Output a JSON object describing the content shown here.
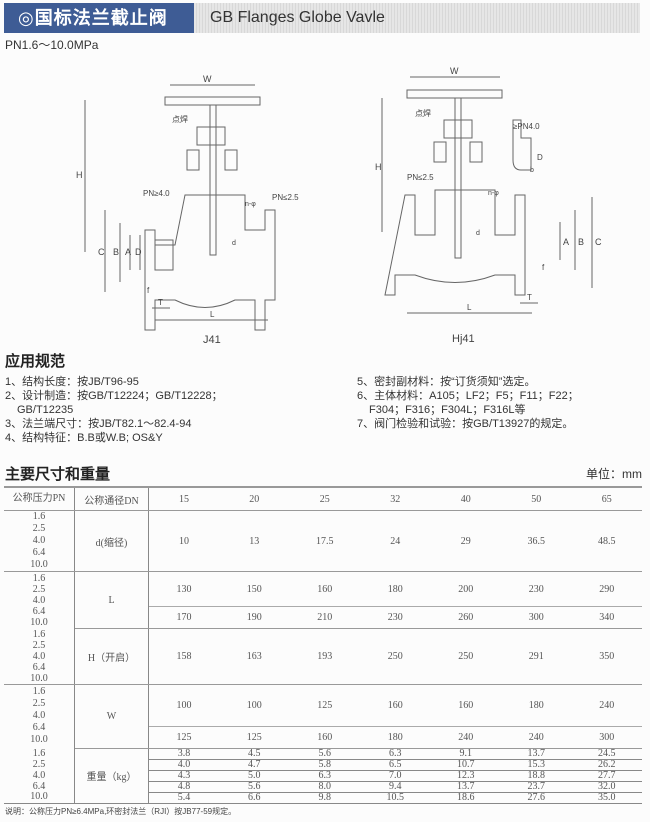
{
  "header": {
    "title_cn": "◎国标法兰截止阀",
    "title_en": "GB Flanges Globe Vavle",
    "pressure_range": "PN1.6～10.0MPa"
  },
  "drawings": {
    "j41": {
      "caption": "J41",
      "labels": {
        "W": "W",
        "H": "H",
        "weld": "点焊",
        "pn_ge": "PN≥4.0",
        "pn_le": "PN≤2.5",
        "n_phi": "n-φ",
        "C": "C",
        "B": "B",
        "A": "A",
        "D": "D",
        "f": "f",
        "T": "T",
        "L": "L",
        "d": "d"
      }
    },
    "hj41": {
      "caption": "Hj41",
      "labels": {
        "W": "W",
        "H": "H",
        "weld": "点焊",
        "pn_ge": "≥PN4.0",
        "pn_le": "PN≤2.5",
        "n_phi": "n-φ",
        "C": "C",
        "B": "B",
        "A": "A",
        "D": "D",
        "b": "b",
        "f": "f",
        "T": "T",
        "L": "L",
        "d": "d"
      }
    }
  },
  "specs": {
    "heading": "应用规范",
    "left": [
      "1、结构长度：按JB/T96-95",
      "2、设计制造：按GB/T12224；GB/T12228；",
      "GB/T12235",
      "3、法兰端尺寸：按JB/T82.1～82.4-94",
      "4、结构特征：B.B或W.B; OS&Y"
    ],
    "right": [
      "5、密封副材料：按“订货须知”选定。",
      "6、主体材料：A105；LF2；F5；F11；F22；",
      "F304；F316；F304L；F316L等",
      "7、阀门检验和试验：按GB/T13927的规定。"
    ]
  },
  "table": {
    "heading": "主要尺寸和重量",
    "unit": "单位：mm",
    "col_pn": "公称压力PN",
    "col_dn": "公称通径DN",
    "dn": [
      "15",
      "20",
      "25",
      "32",
      "40",
      "50",
      "65"
    ],
    "pn_list": [
      "1.6",
      "2.5",
      "4.0",
      "6.4",
      "10.0"
    ],
    "d": {
      "label": "d(缩径)",
      "values": [
        "10",
        "13",
        "17.5",
        "24",
        "29",
        "36.5",
        "48.5"
      ]
    },
    "L": {
      "label": "L",
      "rows": [
        [
          "130",
          "150",
          "160",
          "180",
          "200",
          "230",
          "290"
        ],
        [
          "170",
          "190",
          "210",
          "230",
          "260",
          "300",
          "340"
        ]
      ]
    },
    "H": {
      "label": "H（开启）",
      "values": [
        "158",
        "163",
        "193",
        "250",
        "250",
        "291",
        "350"
      ]
    },
    "W": {
      "label": "W",
      "rows": [
        [
          "100",
          "100",
          "125",
          "160",
          "160",
          "180",
          "240"
        ],
        [
          "125",
          "125",
          "160",
          "180",
          "240",
          "240",
          "300"
        ]
      ]
    },
    "weight": {
      "label": "重量（kg）",
      "rows": [
        [
          "3.8",
          "4.5",
          "5.6",
          "6.3",
          "9.1",
          "13.7",
          "24.5"
        ],
        [
          "4.0",
          "4.7",
          "5.8",
          "6.5",
          "10.7",
          "15.3",
          "26.2"
        ],
        [
          "4.3",
          "5.0",
          "6.3",
          "7.0",
          "12.3",
          "18.8",
          "27.7"
        ],
        [
          "4.8",
          "5.6",
          "8.0",
          "9.4",
          "13.7",
          "23.7",
          "32.0"
        ],
        [
          "5.4",
          "6.6",
          "9.8",
          "10.5",
          "18.6",
          "27.6",
          "35.0"
        ]
      ]
    }
  },
  "note": "说明：公称压力PN≥6.4MPa,环密封法兰（RJI）按JB77-59规定。"
}
